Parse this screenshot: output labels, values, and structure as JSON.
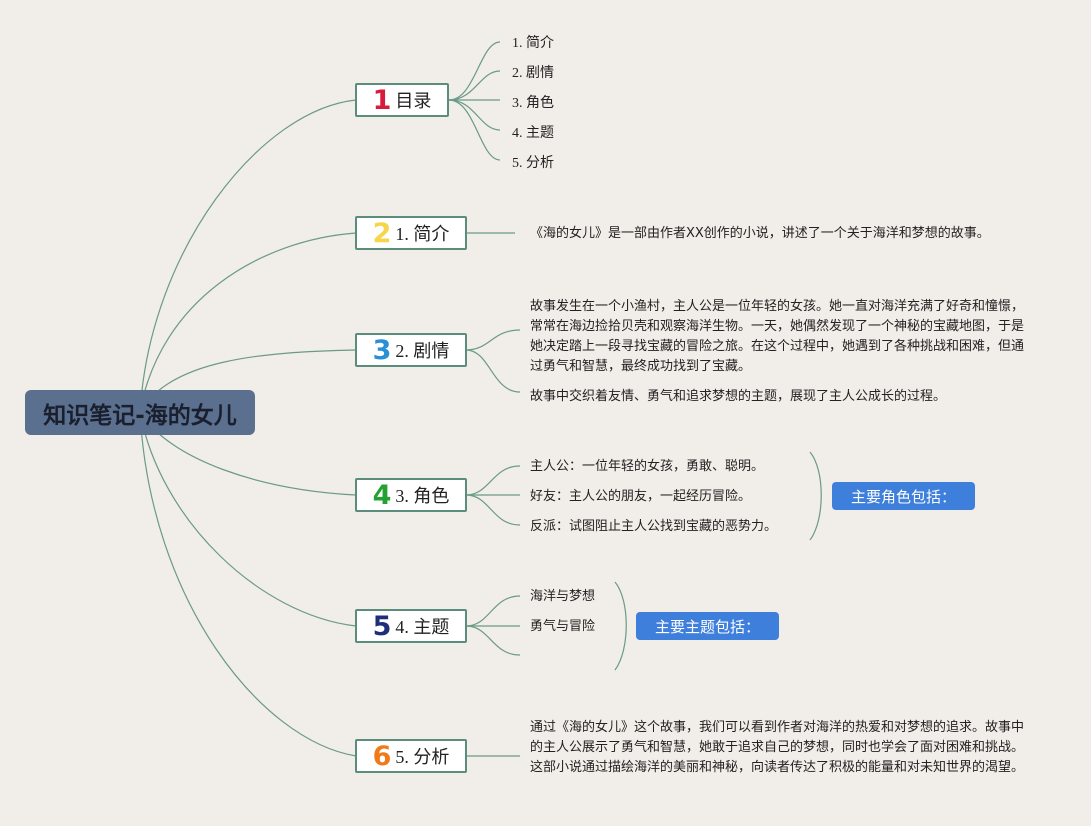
{
  "root": {
    "title": "知识笔记-海的女儿"
  },
  "branches": [
    {
      "num": "1",
      "label": "目录",
      "color": "#d81b3c",
      "items": [
        "1. 简介",
        "2. 剧情",
        "3. 角色",
        "4. 主题",
        "5. 分析"
      ]
    },
    {
      "num": "2",
      "label": "1. 简介",
      "color": "#f5d54a",
      "text": "《海的女儿》是一部由作者XX创作的小说，讲述了一个关于海洋和梦想的故事。"
    },
    {
      "num": "3",
      "label": "2. 剧情",
      "color": "#2a8fd6",
      "para1": "故事发生在一个小渔村，主人公是一位年轻的女孩。她一直对海洋充满了好奇和憧憬，常常在海边捡拾贝壳和观察海洋生物。一天，她偶然发现了一个神秘的宝藏地图，于是她决定踏上一段寻找宝藏的冒险之旅。在这个过程中，她遇到了各种挑战和困难，但通过勇气和智慧，最终成功找到了宝藏。",
      "para2": "故事中交织着友情、勇气和追求梦想的主题，展现了主人公成长的过程。"
    },
    {
      "num": "4",
      "label": "3. 角色",
      "color": "#25a032",
      "items": [
        "主人公：一位年轻的女孩，勇敢、聪明。",
        "好友：主人公的朋友，一起经历冒险。",
        "反派：试图阻止主人公找到宝藏的恶势力。"
      ],
      "summary": "主要角色包括："
    },
    {
      "num": "5",
      "label": "4. 主题",
      "color": "#1e2e78",
      "items": [
        "海洋与梦想",
        "勇气与冒险"
      ],
      "summary": "主要主题包括："
    },
    {
      "num": "6",
      "label": "5. 分析",
      "color": "#f07a1a",
      "para": "通过《海的女儿》这个故事，我们可以看到作者对海洋的热爱和对梦想的追求。故事中的主人公展示了勇气和智慧，她敢于追求自己的梦想，同时也学会了面对困难和挑战。这部小说通过描绘海洋的美丽和神秘，向读者传达了积极的能量和对未知世界的渴望。"
    }
  ],
  "colors": {
    "line": "#6a9a88",
    "root_bg": "#5b6f8f",
    "summary_bg": "#3e7fdc"
  }
}
